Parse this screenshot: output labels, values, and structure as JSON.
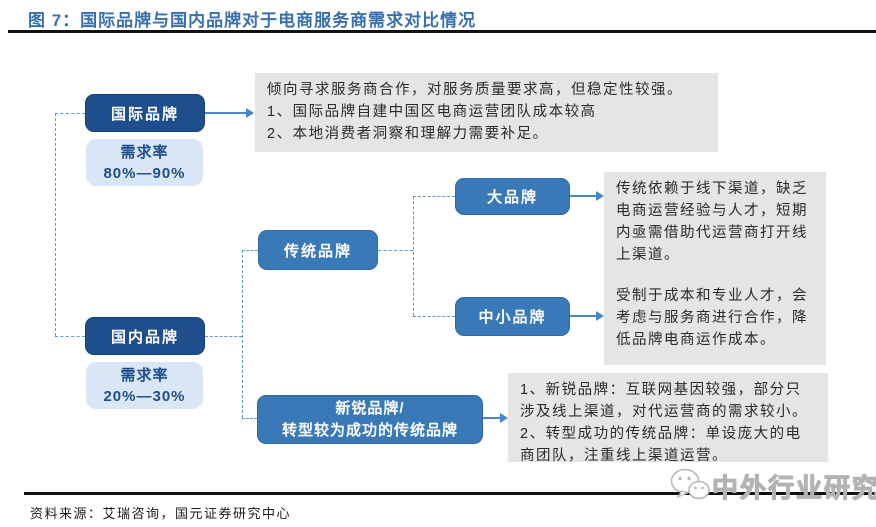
{
  "figure": {
    "title": "图 7：国际品牌与国内品牌对于电商服务商需求对比情况",
    "source": "资料来源：艾瑞咨询，国元证券研究中心",
    "watermark": "中外行业研究"
  },
  "nodes": {
    "intl": {
      "label": "国际品牌",
      "demand": "需求率\n80%—90%"
    },
    "domestic": {
      "label": "国内品牌",
      "demand": "需求率\n20%—30%"
    },
    "traditional": {
      "label": "传统品牌"
    },
    "big": {
      "label": "大品牌"
    },
    "sme": {
      "label": "中小品牌"
    },
    "emerging": {
      "label": "新锐品牌/\n转型较为成功的传统品牌"
    }
  },
  "notes": {
    "intl": "倾向寻求服务商合作，对服务质量要求高，但稳定性较强。\n1、国际品牌自建中国区电商运营团队成本较高\n2、本地消费者洞察和理解力需要补足。",
    "big": "传统依赖于线下渠道，缺乏电商运营经验与人才，短期内亟需借助代运营商打开线上渠道。",
    "sme": "受制于成本和专业人才，会考虑与服务商进行合作，降低品牌电商运作成本。",
    "emerging": "1、新锐品牌：互联网基因较强，部分只涉及线上渠道，对代运营商的需求较小。\n2、转型成功的传统品牌：单设庞大的电商团队，注重线上渠道运营。"
  },
  "colors": {
    "title_blue": "#3a6fad",
    "dark_blue": "#1e4e8c",
    "medium_blue": "#3a79b8",
    "light_blue": "#d9e6f5",
    "connector_blue": "#5b9bd5",
    "note_gray": "#e5e5e5"
  }
}
